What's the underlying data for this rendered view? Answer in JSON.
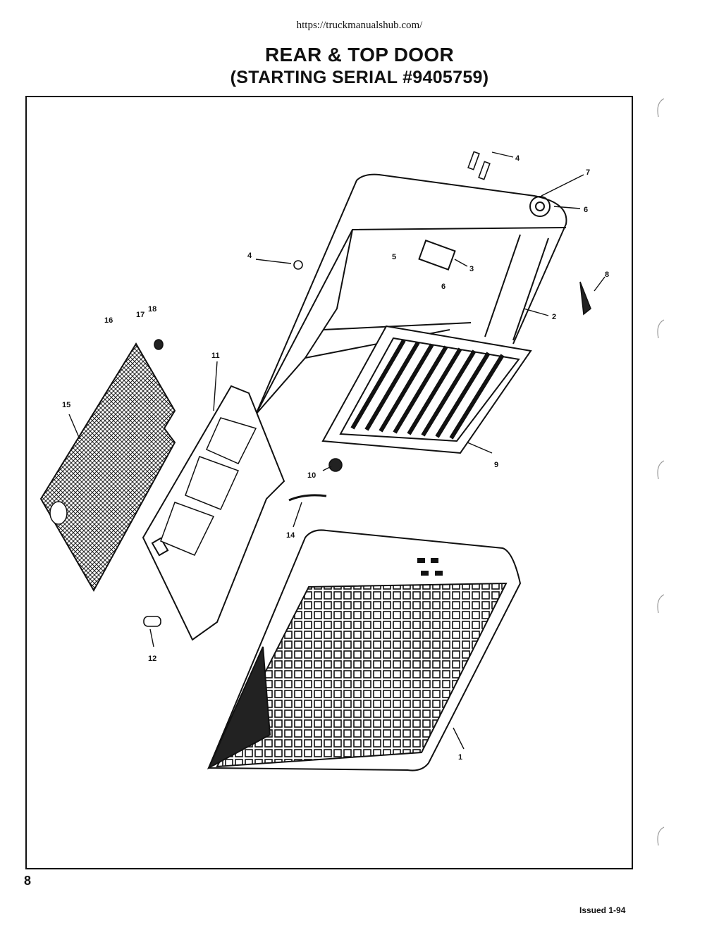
{
  "header": {
    "url": "https://truckmanualshub.com/",
    "title": "REAR & TOP DOOR",
    "subtitle": "(STARTING SERIAL #9405759)"
  },
  "diagram": {
    "callouts": [
      {
        "id": "c1",
        "label": "1"
      },
      {
        "id": "c2",
        "label": "2"
      },
      {
        "id": "c3",
        "label": "3"
      },
      {
        "id": "c4a",
        "label": "4"
      },
      {
        "id": "c4b",
        "label": "4"
      },
      {
        "id": "c5",
        "label": "5"
      },
      {
        "id": "c6a",
        "label": "6"
      },
      {
        "id": "c6b",
        "label": "6"
      },
      {
        "id": "c7",
        "label": "7"
      },
      {
        "id": "c8",
        "label": "8"
      },
      {
        "id": "c9",
        "label": "9"
      },
      {
        "id": "c10",
        "label": "10"
      },
      {
        "id": "c11",
        "label": "11"
      },
      {
        "id": "c12",
        "label": "12"
      },
      {
        "id": "c14",
        "label": "14"
      },
      {
        "id": "c15",
        "label": "15"
      },
      {
        "id": "c16",
        "label": "16"
      },
      {
        "id": "c17",
        "label": "17"
      },
      {
        "id": "c18",
        "label": "18"
      }
    ]
  },
  "footer": {
    "page_number": "8",
    "issued": "Issued 1-94"
  }
}
